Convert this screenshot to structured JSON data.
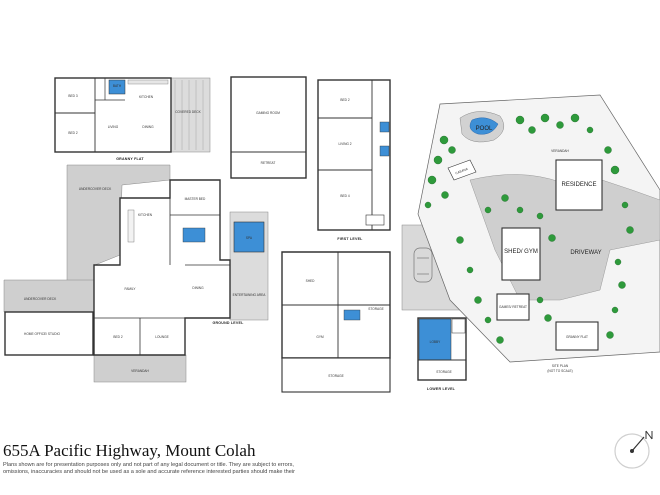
{
  "title": "655A Pacific Highway, Mount Colah",
  "disclaimer": "Plans shown are for presentation purposes only and not part of any legal document or title. They are subject to errors, omissions, inaccuracies and should not be used as a sole and accurate reference interested parties should make their",
  "sections": {
    "granny_flat": "GRANNY FLAT",
    "ground_level": "GROUND LEVEL",
    "first_level": "FIRST LEVEL",
    "lower_level": "LOWER LEVEL",
    "site_plan": "SITE PLAN",
    "not_to_scale": "(NOT TO SCALE)"
  },
  "rooms": {
    "bed3_gf": "BED 3",
    "kitchen_gf": "KITCHEN",
    "living_gf": "LIVING",
    "dining_gf": "DINING",
    "bed2_gf": "BED 2",
    "covered_deck": "COVERED DECK",
    "bath_gf": "BATH",
    "gaming_room": "GAMING ROOM",
    "retreat": "RETREAT",
    "bed2_fl": "BED 2",
    "living2": "LIVING 2",
    "bed4": "BED 4",
    "master_bed": "MASTER BED",
    "kitchen": "KITCHEN",
    "undercover_deck": "UNDERCOVER DECK",
    "spa": "SPA",
    "family": "FAMILY",
    "dining": "DINING",
    "entertaining_area": "ENTERTAINING AREA",
    "home_office_studio": "HOME OFFICE/ STUDIO",
    "undercover_deck_2": "UNDERCOVER DECK",
    "bed_low": "BED 2",
    "lounge": "LOUNGE",
    "verandah": "VERANDAH",
    "shed": "SHED",
    "storage_a": "STORAGE",
    "gym": "GYM",
    "storage_b": "STORAGE",
    "carport": "CARPORT",
    "lobby": "LOBBY",
    "storage_c": "STORAGE"
  },
  "site": {
    "pool": "POOL",
    "cabana": "CABANA",
    "residence": "RESIDENCE",
    "shed_gym": "SHED/ GYM",
    "driveway": "DRIVEWAY",
    "games_retreat": "GAMES/ RETREAT",
    "granny_flat": "GRANNY FLAT",
    "verandah": "VERANDAH"
  }
}
